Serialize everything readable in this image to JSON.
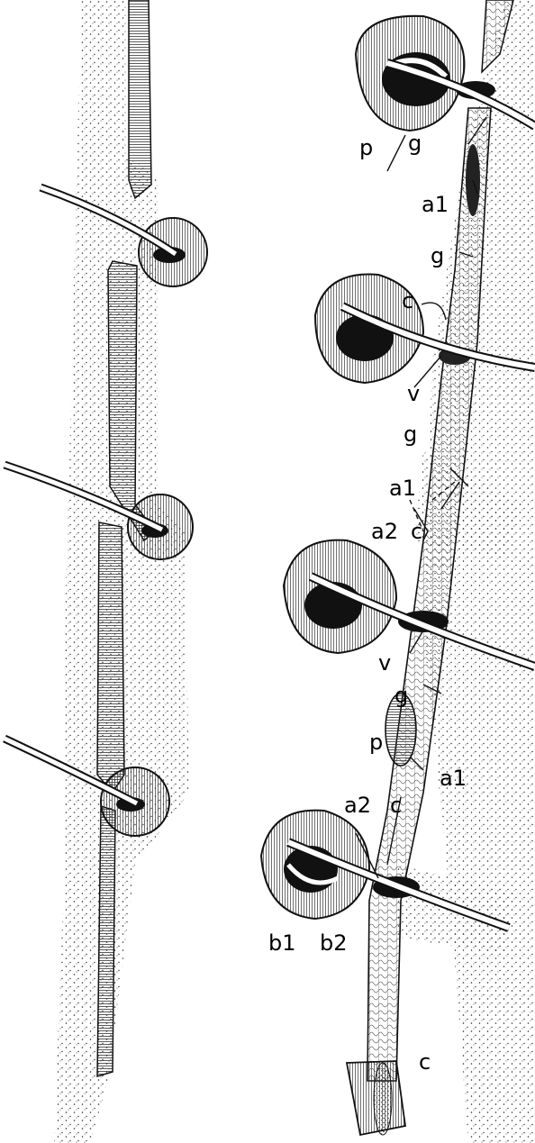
{
  "figure": {
    "background": "#ffffff",
    "ink": "#111111",
    "stipple": "#2a2a2a"
  },
  "labels": {
    "p_top": "p",
    "g_top": "g",
    "a1_top": "a1",
    "g_upper2": "g",
    "c_upper": "c",
    "v_upper": "v",
    "g_mid": "g",
    "a1_mid": "a1",
    "a2_mid": "a2",
    "c_mid": "c",
    "v_mid": "v",
    "g_low": "g",
    "p_low": "p",
    "a1_low": "a1",
    "a2_low": "a2",
    "c_low": "c",
    "b1": "b1",
    "b2": "b2",
    "c_bottom": "c"
  }
}
